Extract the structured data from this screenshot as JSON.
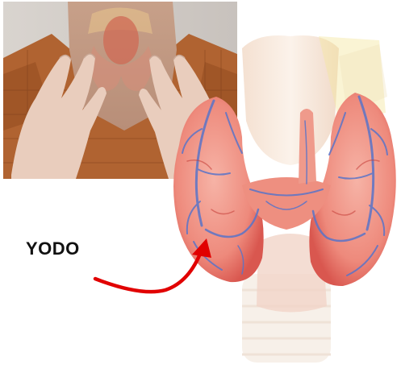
{
  "caption": {
    "label": "YODO"
  },
  "colors": {
    "arrow": "#e10000",
    "gland": "#f08f82",
    "gland_dark": "#d9574f",
    "vessel": "#5a74c8",
    "cartilage": "#f7e8da",
    "skin": "#c9a591",
    "shirt": "#b4662e"
  },
  "illustration": {
    "subject": "thyroid-gland-anatomy",
    "inset_subject": "hands-palpating-neck"
  }
}
